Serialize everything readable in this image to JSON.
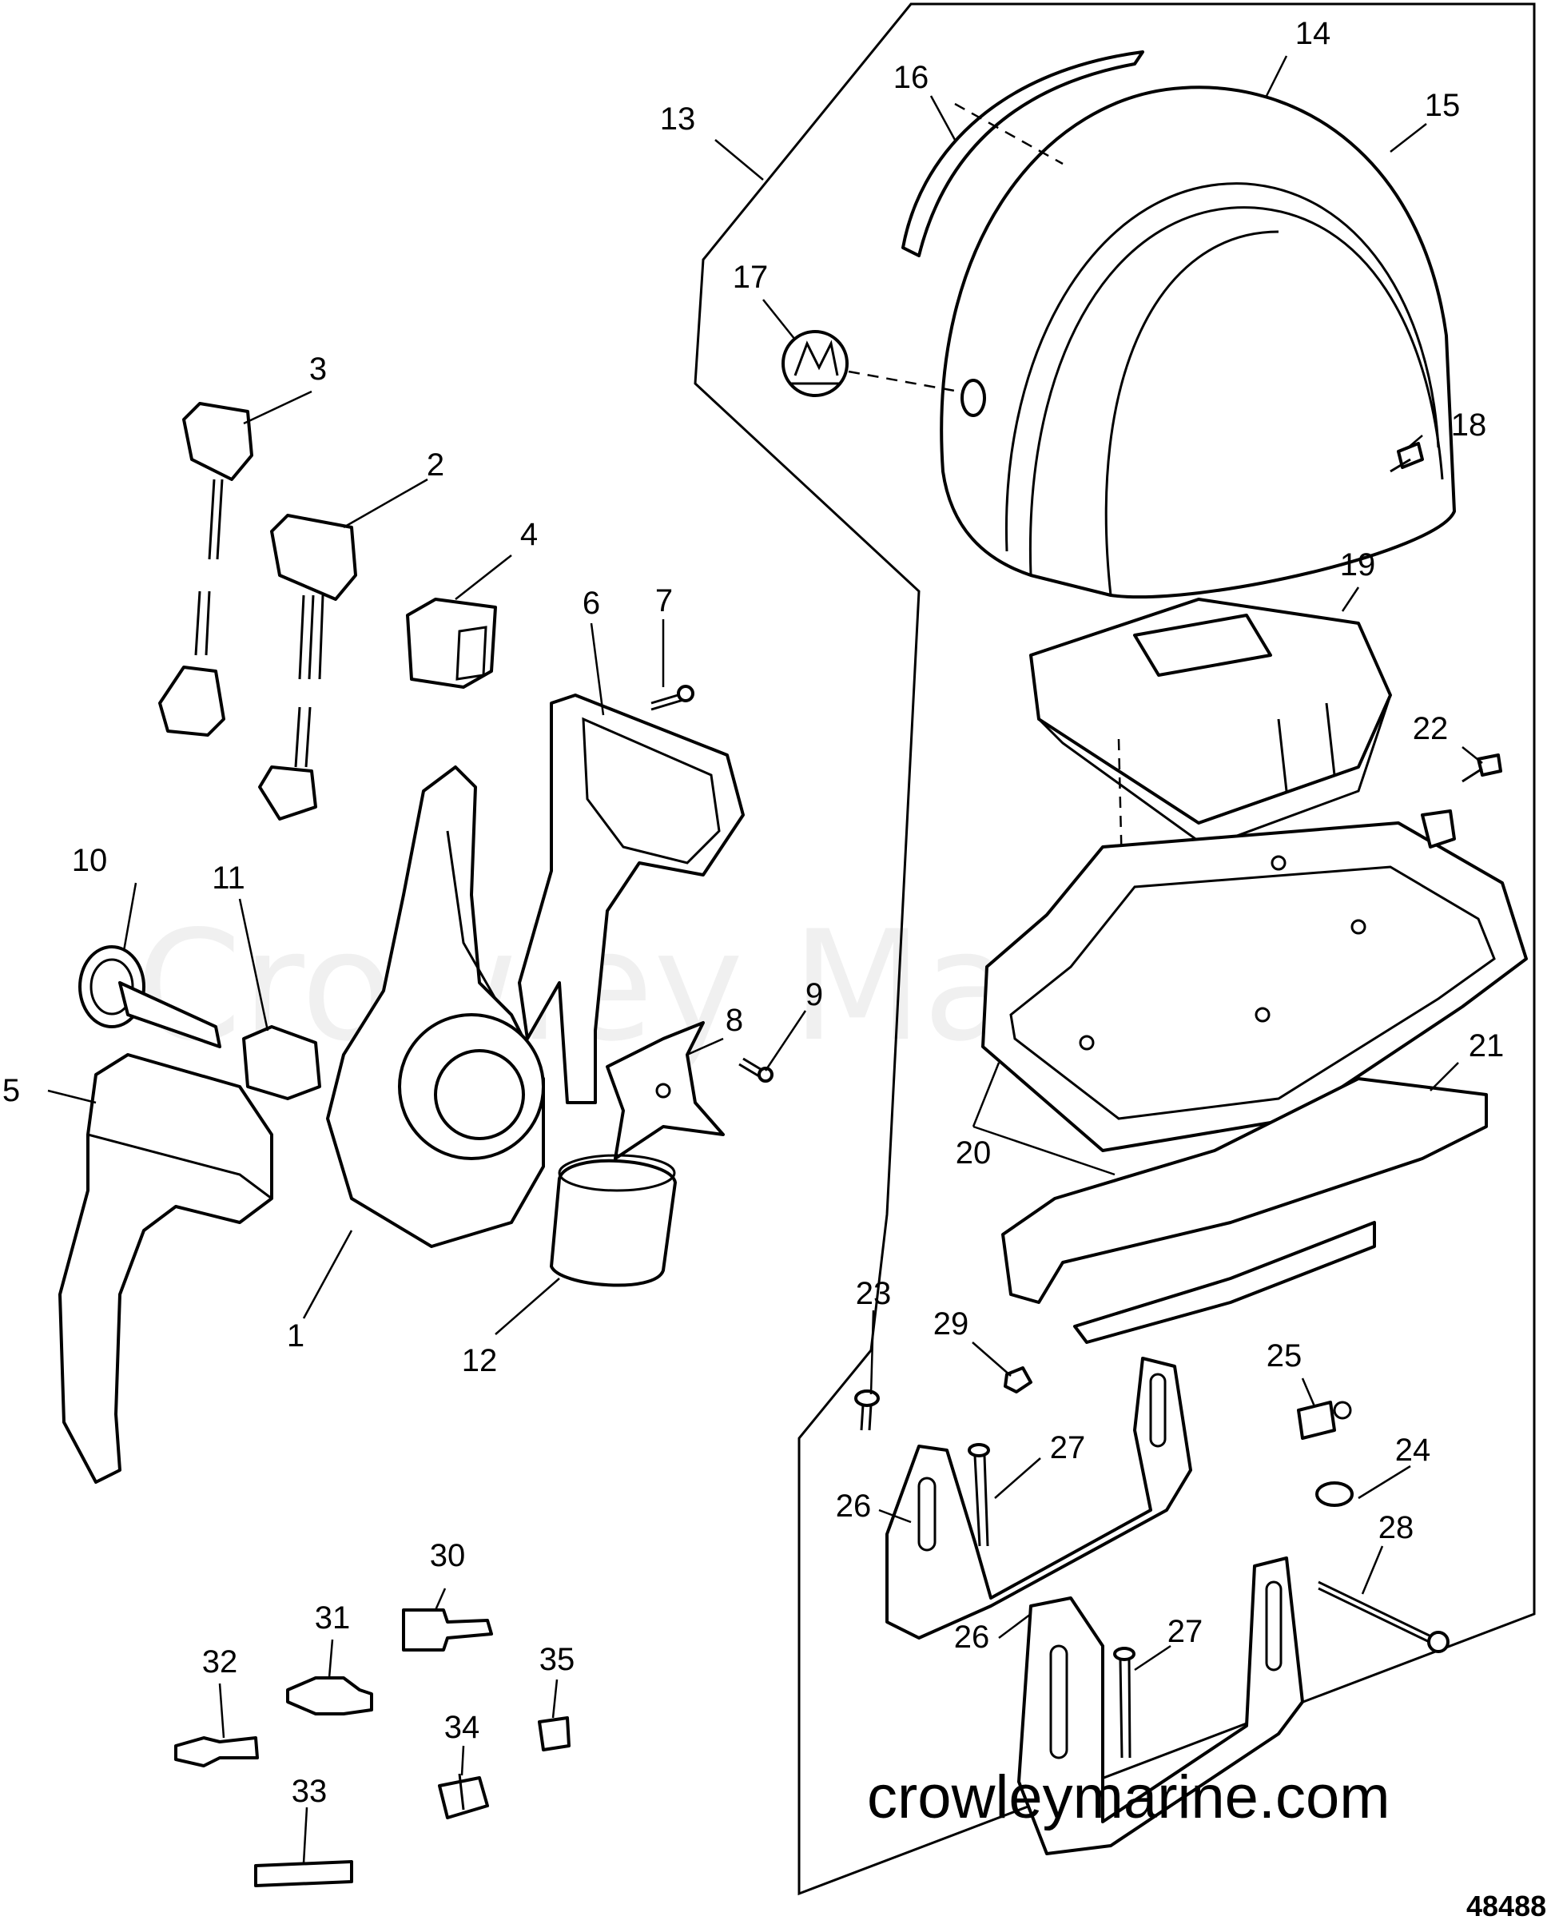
{
  "watermark": "Crowley Marine",
  "site": "crowleymarine.com",
  "drawing_number": "48488",
  "callouts": [
    "1",
    "2",
    "3",
    "4",
    "5",
    "6",
    "7",
    "8",
    "9",
    "10",
    "11",
    "12",
    "13",
    "14",
    "15",
    "16",
    "17",
    "18",
    "19",
    "20",
    "21",
    "22",
    "23",
    "24",
    "25",
    "26",
    "26",
    "27",
    "27",
    "28",
    "29",
    "30",
    "31",
    "32",
    "33",
    "34",
    "35"
  ]
}
